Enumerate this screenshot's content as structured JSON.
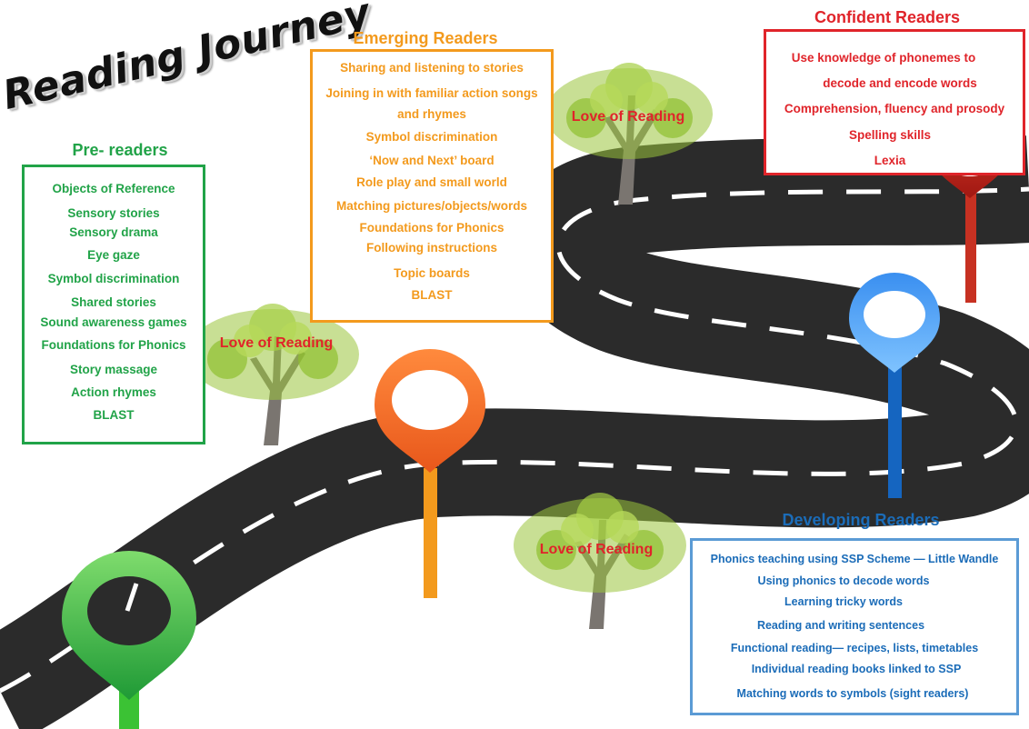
{
  "title": "Reading Journey",
  "love_label": "Love of Reading",
  "colors": {
    "pre": "#21a348",
    "emerging": "#f39a1d",
    "confident": "#e0242a",
    "developing": "#1b6cb8",
    "road": "#2b2b2b",
    "tree_leaves": "#9bc53d",
    "tree_trunk": "#7a7570"
  },
  "stages": {
    "pre": {
      "heading": "Pre-  readers",
      "items": [
        "Objects of Reference",
        "Sensory stories",
        "Sensory drama",
        "Eye gaze",
        "Symbol discrimination",
        "Shared stories",
        "Sound awareness games",
        "Foundations for Phonics",
        "Story massage",
        "Action rhymes",
        "BLAST"
      ]
    },
    "emerging": {
      "heading": "Emerging Readers",
      "items": [
        "Sharing and listening to stories",
        "Joining in with familiar action songs",
        "and rhymes",
        "Symbol discrimination",
        "‘Now and Next’ board",
        "Role play and small world",
        "Matching pictures/objects/words",
        "Foundations for Phonics",
        "Following instructions",
        "Topic boards",
        "BLAST"
      ]
    },
    "confident": {
      "heading": "Confident Readers",
      "items": [
        "Use knowledge of phonemes to",
        "decode and encode words",
        "Comprehension, fluency and prosody",
        "Spelling skills",
        "Lexia"
      ]
    },
    "developing": {
      "heading": "Developing Readers",
      "items": [
        "Phonics teaching using SSP Scheme —  Little  Wandle",
        "Using phonics to decode words",
        "Learning tricky words",
        "Reading and writing sentences",
        "Functional reading—    recipes, lists, timetables",
        "Individual reading books linked to SSP",
        "Matching words to symbols (sight readers)"
      ]
    }
  }
}
